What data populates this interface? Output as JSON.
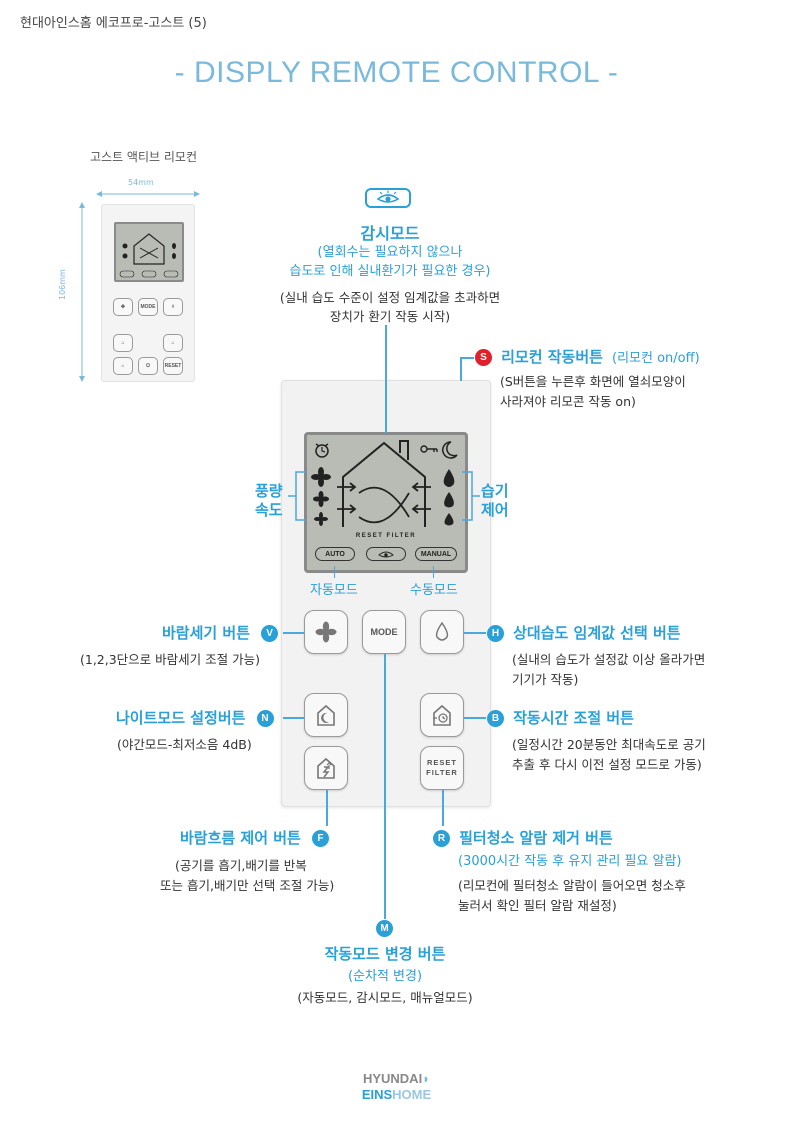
{
  "header": "현대아인스홈 에코프로-고스트 (5)",
  "title": "- DISPLY REMOTE CONTROL -",
  "small_remote": {
    "caption": "고스트 액티브 리모컨",
    "width_label": "54mm",
    "height_label": "106mm"
  },
  "lcd": {
    "reset_filter": "RESET FILTER",
    "auto": "AUTO",
    "manual": "MANUAL"
  },
  "remote_buttons": {
    "mode": "MODE",
    "reset": "RESET",
    "filter": "FILTER"
  },
  "labels": {
    "monitor": {
      "heading": "감시모드",
      "sub1": "(열회수는 필요하지 않으나",
      "sub2": "습도로 인해 실내환기가 필요한 경우)",
      "note1": "(실내 습도 수준이 설정 임계값을 초과하면",
      "note2": "장치가 환기 작동 시작)"
    },
    "remote_on": {
      "badge": "S",
      "heading": "리모컨 작동버튼",
      "sub": "(리모컨 on/off)",
      "note1": "(S버튼을 누른후 화면에 열쇠모양이",
      "note2": "사라져야 리모콘 작동 on)"
    },
    "fan_speed": {
      "line1": "풍량",
      "line2": "속도"
    },
    "humidity": {
      "line1": "습기",
      "line2": "제어"
    },
    "auto_mode": "자동모드",
    "manual_mode": "수동모드",
    "wind": {
      "badge": "V",
      "heading": "바람세기 버튼",
      "note": "(1,2,3단으로 바람세기 조절 가능)"
    },
    "humidity_btn": {
      "badge": "H",
      "heading": "상대습도 임계값 선택 버튼",
      "note1": "(실내의 습도가 설정값 이상 올라가면",
      "note2": "기기가 작동)"
    },
    "night": {
      "badge": "N",
      "heading": "나이트모드 설정버튼",
      "note": "(야간모드-최저소음 4dB)"
    },
    "boost": {
      "badge": "B",
      "heading": "작동시간 조절 버튼",
      "note1": "(일정시간 20분동안 최대속도로 공기",
      "note2": "추출 후 다시 이전 설정 모드로 가동)"
    },
    "flow": {
      "badge": "F",
      "heading": "바람흐름 제어 버튼",
      "note1": "(공기를 흡기,배기를 반복",
      "note2": "또는 흡기,배기만 선택 조절 가능)"
    },
    "filter": {
      "badge": "R",
      "heading": "필터청소 알람 제거 버튼",
      "sub": "(3000시간 작동 후 유지 관리 필요 알람)",
      "note1": "(리모컨에 필터청소 알람이 들어오면 청소후",
      "note2": "눌러서 확인 필터 알람 재설정)"
    },
    "mode": {
      "badge": "M",
      "heading": "작동모드 변경 버튼",
      "sub": "(순차적 변경)",
      "note": "(자동모드, 감시모드, 매뉴얼모드)"
    }
  },
  "logo": {
    "line1": "HYUNDAI",
    "line2a": "EINS",
    "line2b": "HOME"
  },
  "colors": {
    "accent": "#2aa0d8",
    "title": "#79b9dc",
    "red": "#e0202a"
  }
}
